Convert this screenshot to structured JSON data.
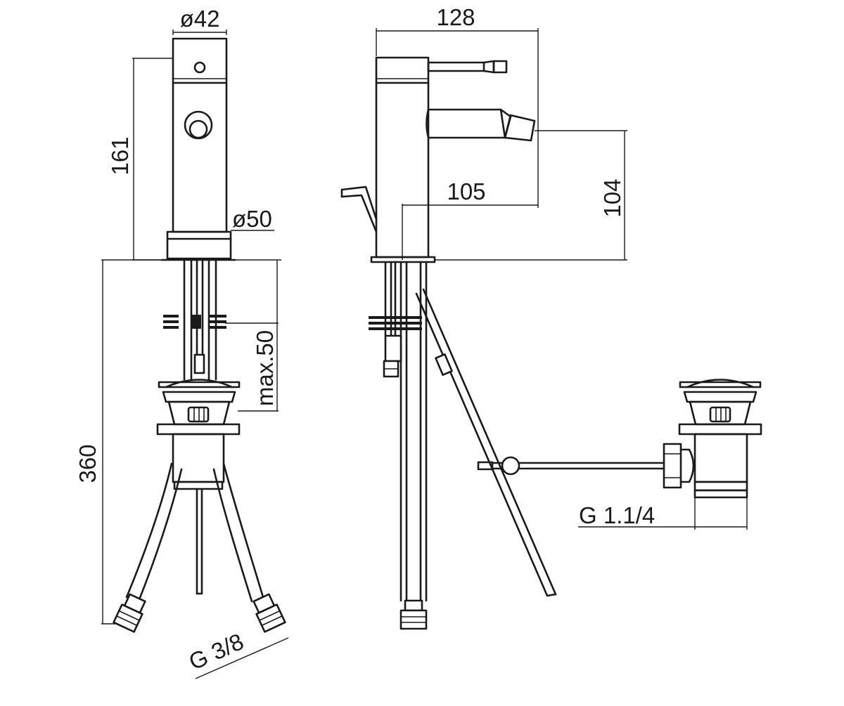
{
  "dimensions": {
    "front_diameter_top": "ø42",
    "front_height": "161",
    "front_diameter_base": "ø50",
    "front_total_length": "360",
    "front_max_thickness": "max.50",
    "front_hose_thread": "G 3/8",
    "side_width": "128",
    "side_spout_reach": "105",
    "side_spout_height": "104",
    "waste_thread": "G 1.1/4"
  },
  "colors": {
    "line": "#1a1a1a",
    "background": "#ffffff"
  }
}
